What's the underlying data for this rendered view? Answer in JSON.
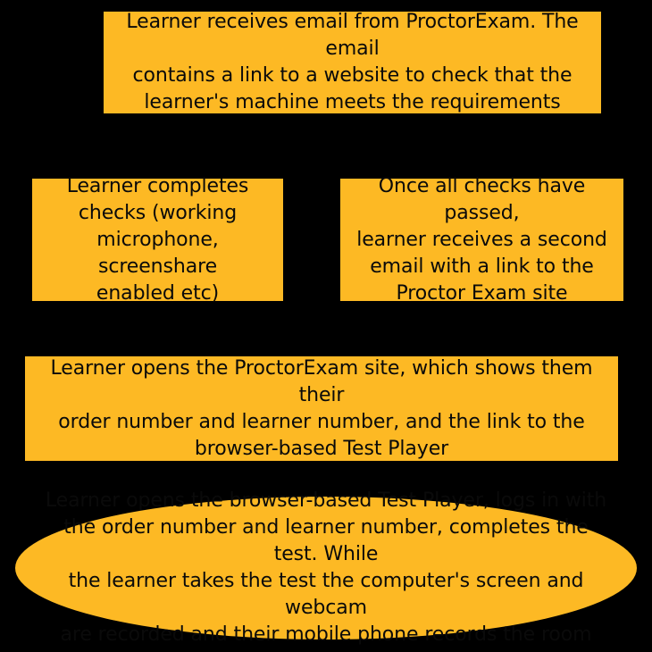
{
  "diagram": {
    "background_color": "#000000",
    "node_fill_color": "#FDB924",
    "text_color": "#0A0A0A",
    "nodes": [
      {
        "id": "email-received",
        "shape": "rectangle",
        "text": "Learner receives email from ProctorExam. The email\ncontains a link to a website to check that the\nlearner's machine meets the requirements"
      },
      {
        "id": "checks-completed",
        "shape": "rectangle",
        "text": "Learner completes\nchecks (working\nmicrophone, screenshare\nenabled etc)"
      },
      {
        "id": "second-email",
        "shape": "rectangle",
        "text": "Once all checks have passed,\nlearner receives a second\nemail with a link to the\nProctor Exam site"
      },
      {
        "id": "site-opened",
        "shape": "rectangle",
        "text": "Learner opens the ProctorExam site, which shows them their\norder number and learner number, and the link to the\nbrowser-based Test Player"
      },
      {
        "id": "test-taken",
        "shape": "ellipse",
        "text": "Learner opens the browser-based Test Player, logs in with\nthe order number and learner number, completes the test. While\nthe learner takes the test the computer's screen and webcam\nare recorded and their mobile phone records the room"
      }
    ]
  }
}
